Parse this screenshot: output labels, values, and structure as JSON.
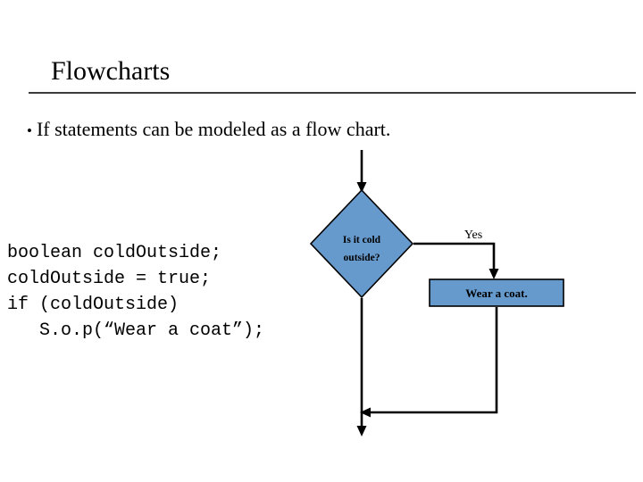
{
  "slide": {
    "title": "Flowcharts",
    "bullet_marker": "•",
    "bullet_text": "If statements can be modeled as a flow chart.",
    "rule_color": "#3a3a3a",
    "background_color": "#ffffff"
  },
  "code": {
    "lines": [
      "boolean coldOutside;",
      "coldOutside = true;",
      "if (coldOutside)",
      "   S.o.p(“Wear a coat”);"
    ],
    "text": "boolean coldOutside;\ncoldOutside = true;\nif (coldOutside)\n   S.o.p(“Wear a coat”);"
  },
  "flowchart": {
    "shape_fill_color": "#6699cc",
    "shape_border_color": "#000000",
    "connector_color": "#000000",
    "decision": {
      "line1": "Is it cold",
      "line2": "outside?"
    },
    "process": {
      "label": "Wear a coat."
    },
    "edge_labels": {
      "yes": "Yes"
    }
  }
}
